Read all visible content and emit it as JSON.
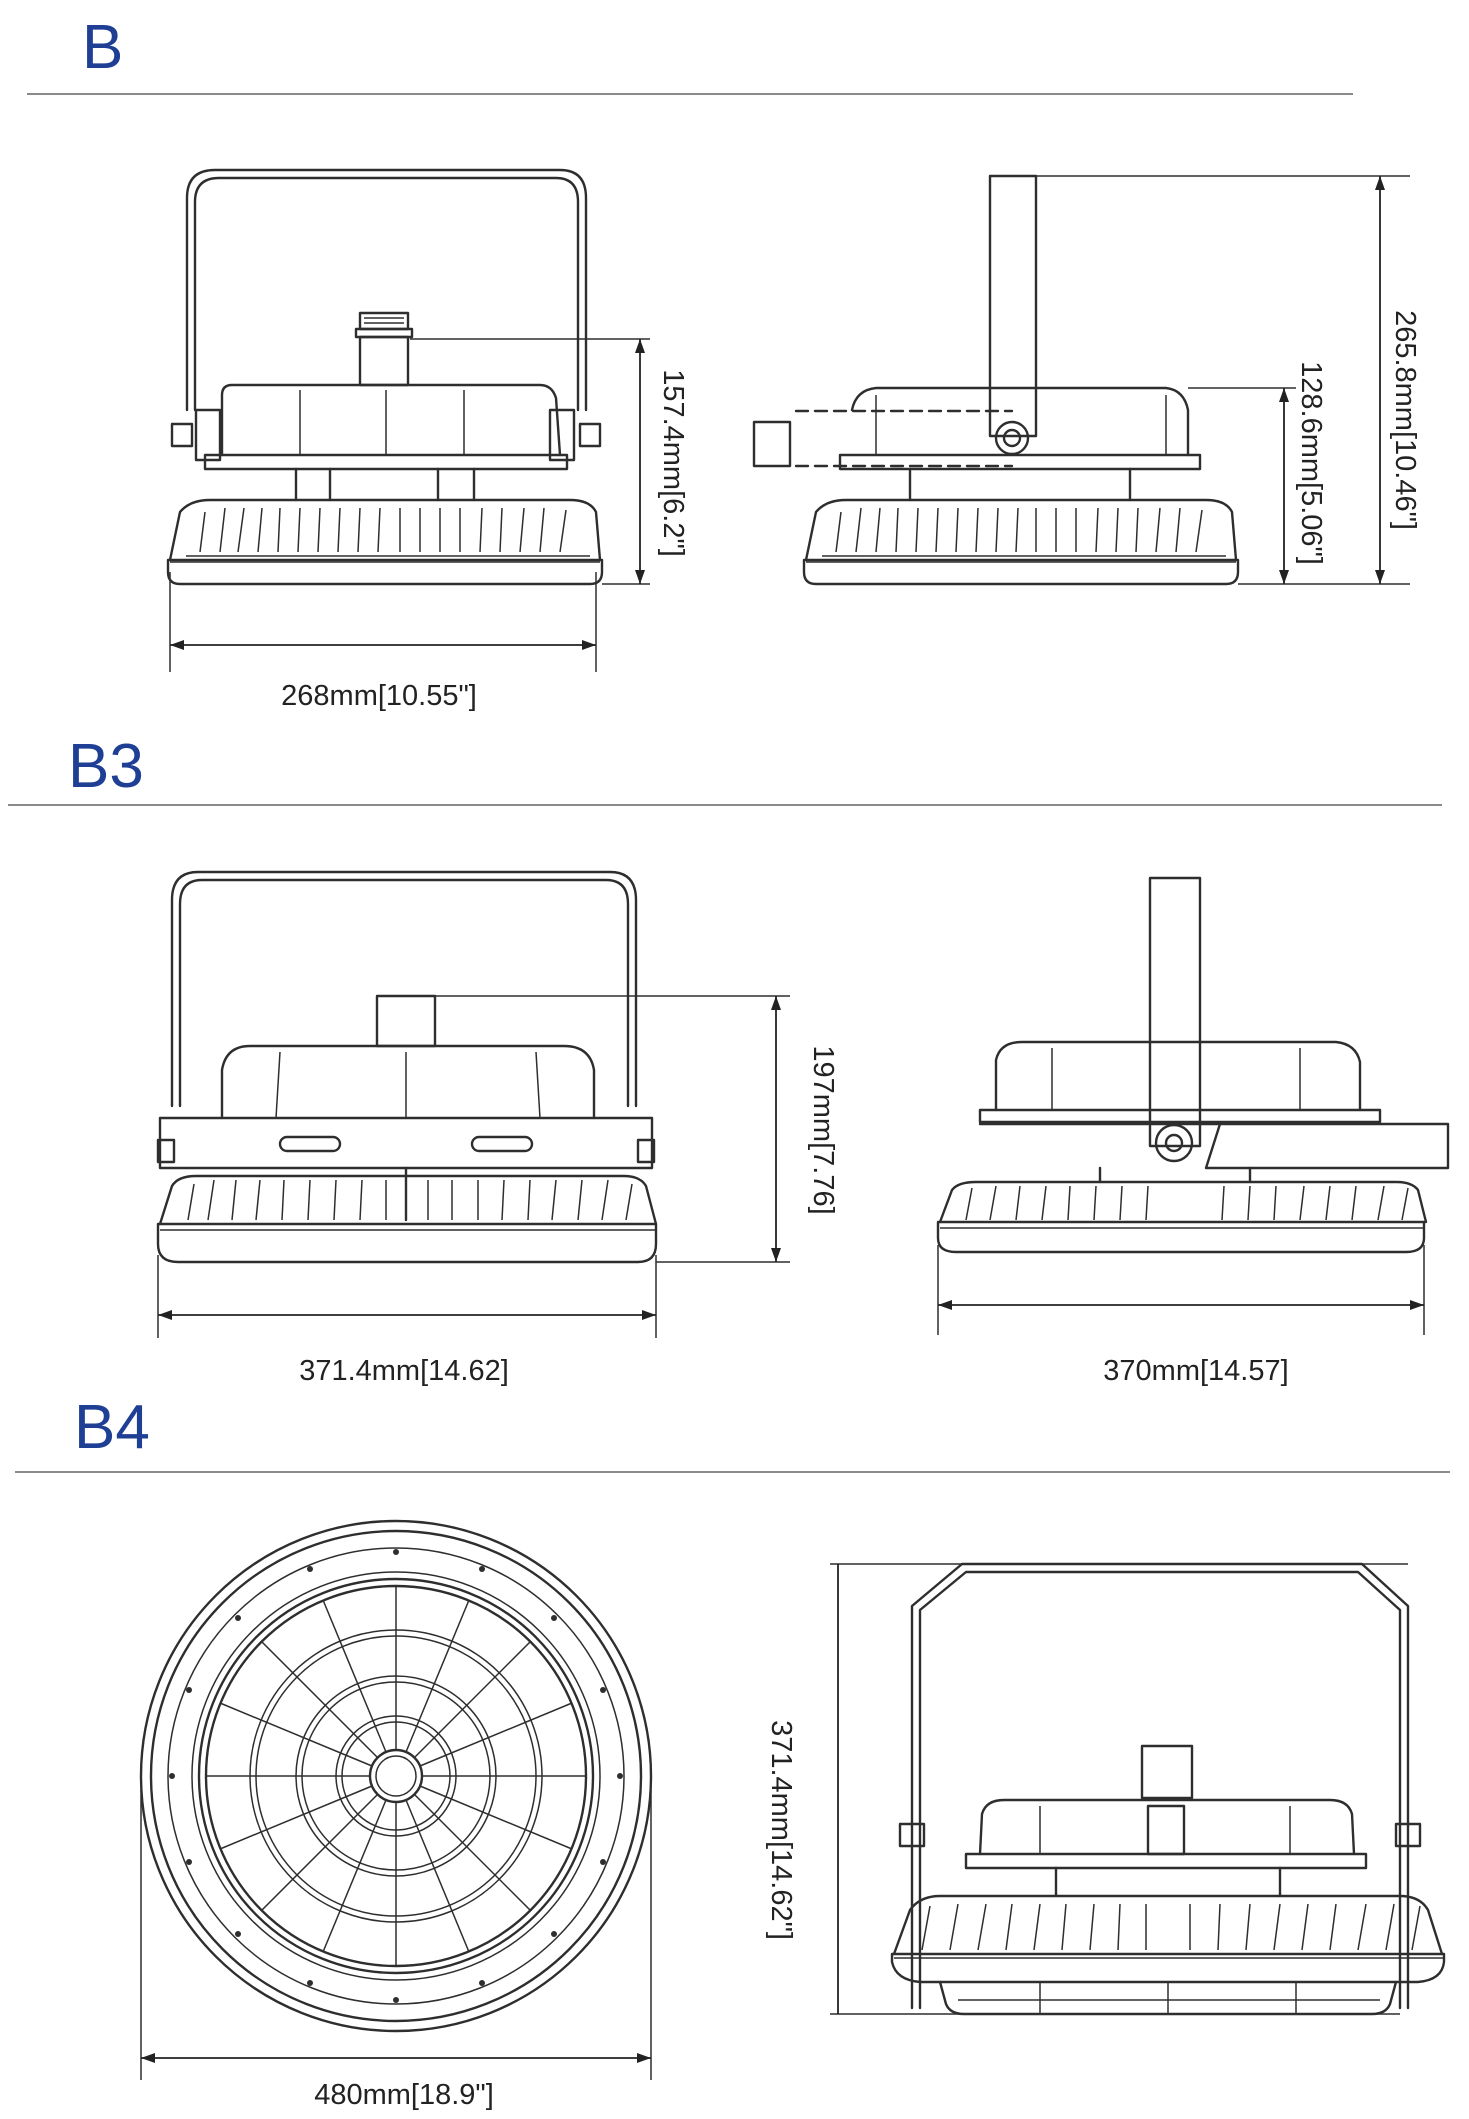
{
  "accent_color": "#1f3f95",
  "sections": [
    {
      "title": "B",
      "dimensions": {
        "front_width": "268mm[10.55\"]",
        "front_height": "157.4mm[6.2\"]",
        "side_height": "128.6mm[5.06\"]",
        "side_total_height": "265.8mm[10.46\"]"
      }
    },
    {
      "title": "B3",
      "dimensions": {
        "front_width": "371.4mm[14.62]",
        "front_height": "197mm[7.76]",
        "side_width": "370mm[14.57]"
      }
    },
    {
      "title": "B4",
      "dimensions": {
        "bottom_diameter": "480mm[18.9\"]",
        "side_height": "371.4mm[14.62\"]"
      }
    }
  ]
}
